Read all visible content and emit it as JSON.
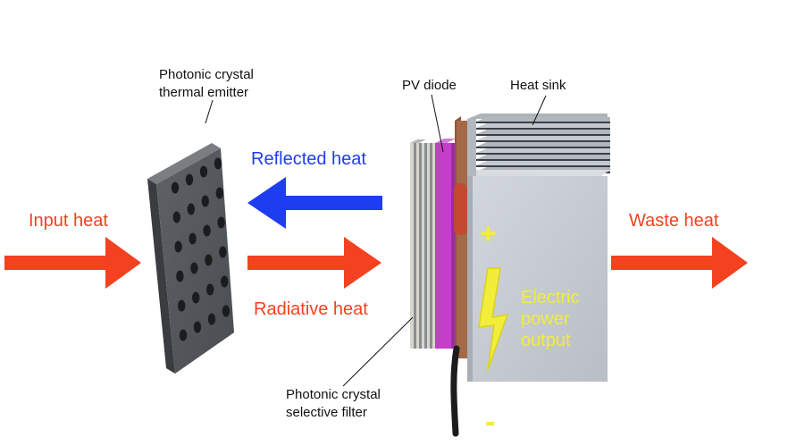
{
  "labels": {
    "emitter": [
      "Photonic crystal",
      "thermal emitter"
    ],
    "pv_diode": "PV diode",
    "heat_sink": "Heat sink",
    "reflected_heat": "Reflected heat",
    "input_heat": "Input heat",
    "waste_heat": "Waste heat",
    "radiative_heat": "Radiative heat",
    "electric_output": [
      "Electric",
      "power",
      "output"
    ],
    "filter": [
      "Photonic crystal",
      "selective filter"
    ],
    "plus": "+",
    "minus": "-"
  },
  "colors": {
    "heat_arrow": "#f4411f",
    "reflected_arrow": "#1f3df0",
    "electric": "#f2ec3b",
    "emitter": "#54585c",
    "emitter_holes": "#1b1c1e",
    "pv_diode": "#c43ec8",
    "copper": "#a46a48",
    "heat_sink": "#c5cad1",
    "label_text": "#111111"
  },
  "icons": {
    "lightning": "lightning-bolt-icon",
    "plus": "plus-sign-icon",
    "minus": "minus-sign-icon"
  }
}
